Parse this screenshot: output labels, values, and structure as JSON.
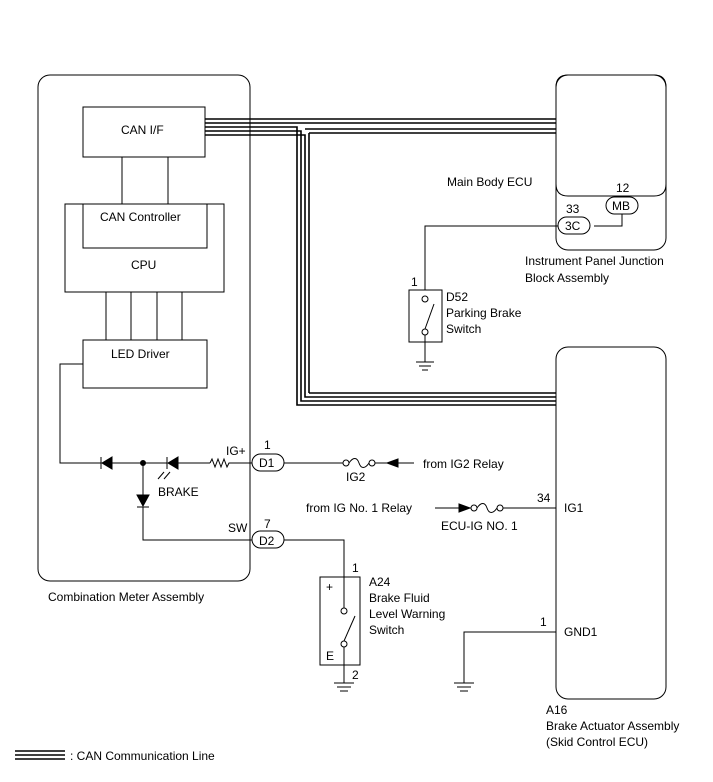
{
  "blocks": {
    "combination_meter": "Combination Meter Assembly",
    "can_if": "CAN I/F",
    "can_controller": "CAN Controller",
    "cpu": "CPU",
    "led_driver": "LED Driver",
    "brake_lamp": "BRAKE",
    "main_body_ecu": "Main Body ECU",
    "ipjb_line1": "Instrument Panel Junction",
    "ipjb_line2": "Block Assembly",
    "brake_actuator_code": "A16",
    "brake_actuator_line1": "Brake Actuator Assembly",
    "brake_actuator_line2": "(Skid Control ECU)"
  },
  "connectors": {
    "mb": "MB",
    "mb_pin": "12",
    "c3c": "3C",
    "c3c_pin": "33",
    "d1": "D1",
    "d1_pin": "1",
    "d1_label": "IG+",
    "d2": "D2",
    "d2_pin": "7",
    "d2_label": "SW",
    "ig1_pin": "34",
    "ig1_label": "IG1",
    "gnd1_pin": "1",
    "gnd1_label": "GND1"
  },
  "switches": {
    "d52_code": "D52",
    "d52_line1": "Parking Brake",
    "d52_line2": "Switch",
    "d52_pin": "1",
    "a24_code": "A24",
    "a24_line1": "Brake Fluid",
    "a24_line2": "Level Warning",
    "a24_line3": "Switch",
    "a24_pin_top": "1",
    "a24_pin_bottom": "2",
    "a24_plus": "+",
    "a24_e": "E"
  },
  "fuses": {
    "ig2": "IG2",
    "ig2_source": "from IG2 Relay",
    "ecu_ig": "ECU-IG NO. 1",
    "ecu_ig_source": "from IG No. 1 Relay"
  },
  "legend": {
    "can_line": ": CAN Communication Line"
  }
}
